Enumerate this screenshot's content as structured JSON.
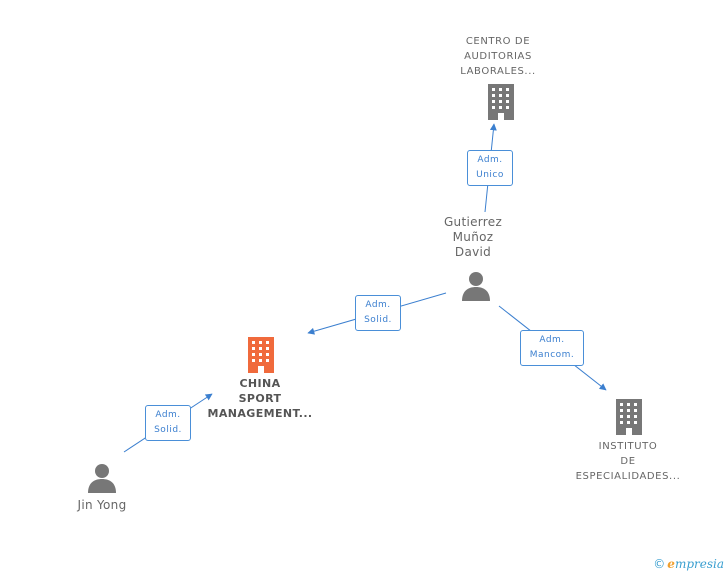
{
  "nodes": {
    "centro": {
      "lines": [
        "CENTRO DE",
        "AUDITORIAS",
        "LABORALES..."
      ],
      "kind": "company"
    },
    "gutierrez": {
      "lines": [
        "Gutierrez",
        "Muñoz",
        "David"
      ],
      "kind": "person"
    },
    "china": {
      "lines": [
        "CHINA",
        "SPORT",
        "MANAGEMENT..."
      ],
      "kind": "company-main"
    },
    "instituto": {
      "lines": [
        "INSTITUTO",
        "DE",
        "ESPECIALIDADES..."
      ],
      "kind": "company"
    },
    "jin": {
      "lines": [
        "Jin Yong"
      ],
      "kind": "person"
    }
  },
  "edges": {
    "unico": {
      "lines": [
        "Adm.",
        "Unico"
      ]
    },
    "solid1": {
      "lines": [
        "Adm.",
        "Solid."
      ]
    },
    "mancom": {
      "lines": [
        "Adm.",
        "Mancom."
      ]
    },
    "solid2": {
      "lines": [
        "Adm.",
        "Solid."
      ]
    }
  },
  "colors": {
    "edge": "#3b7fcf",
    "company": "#777777",
    "main_company": "#f06a3c",
    "person": "#777777"
  },
  "brand": {
    "copyright": "©",
    "e": "e",
    "rest": "mpresia"
  }
}
